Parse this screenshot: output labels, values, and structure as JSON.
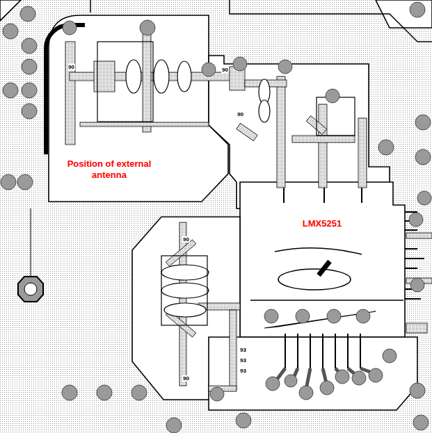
{
  "diagram": {
    "nodes": [
      {
        "text": [
          "Position of external antenna"
        ]
      },
      {
        "text": [
          "LMX5251"
        ]
      }
    ],
    "labels": [
      "90",
      "90",
      "90",
      "90",
      "90",
      "93",
      "93",
      "93"
    ]
  }
}
